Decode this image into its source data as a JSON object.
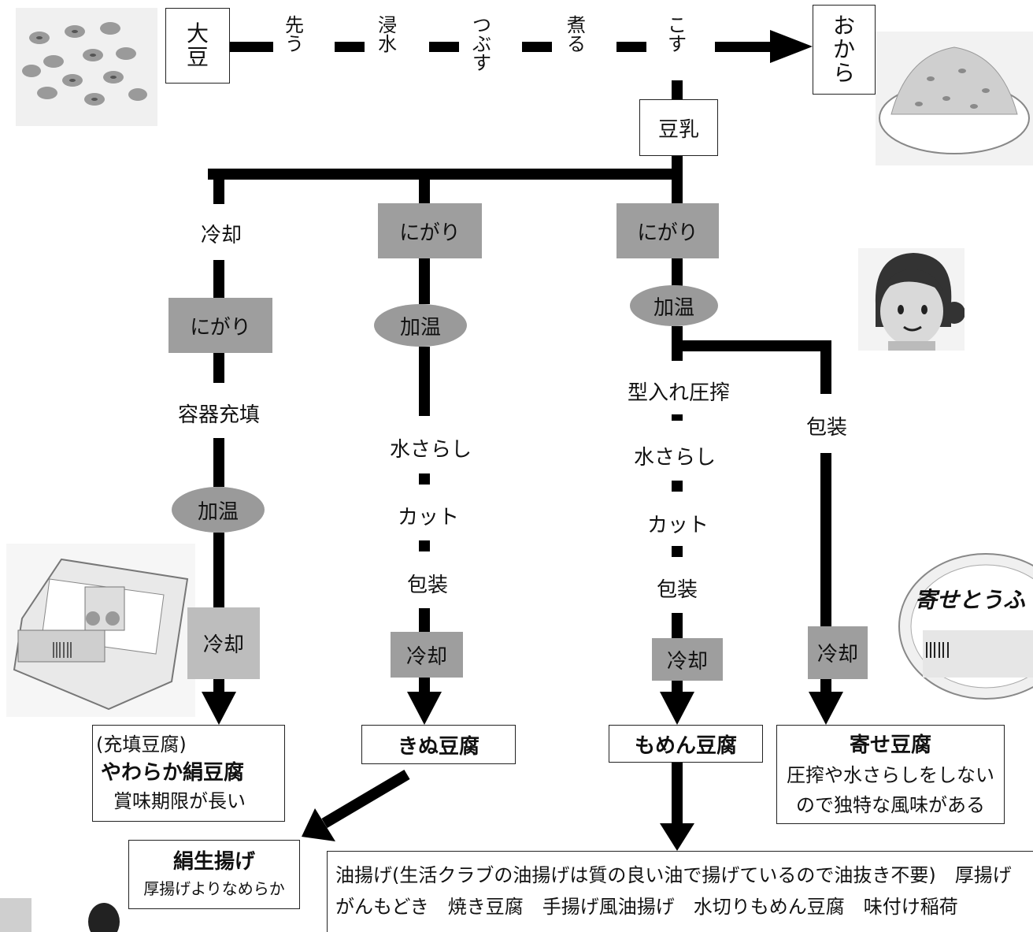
{
  "top_row": {
    "start": "大豆",
    "steps": [
      "先う",
      "浸水",
      "つぶす",
      "煮る",
      "こす"
    ],
    "end": "おから"
  },
  "soy_milk": "豆乳",
  "branches": {
    "col1": {
      "chill1": "冷却",
      "nigari": "にがり",
      "fill": "容器充填",
      "heat": "加温",
      "chill2": "冷却"
    },
    "col2": {
      "nigari": "にがり",
      "heat": "加温",
      "rinse": "水さらし",
      "cut": "カット",
      "pack": "包装",
      "chill": "冷却"
    },
    "col3": {
      "nigari": "にがり",
      "heat": "加温",
      "mold": "型入れ圧搾",
      "rinse": "水さらし",
      "cut": "カット",
      "pack": "包装",
      "chill": "冷却"
    },
    "col4": {
      "pack": "包装",
      "chill": "冷却"
    }
  },
  "results": {
    "filled": {
      "line1": "(充填豆腐)",
      "line2": "やわらか絹豆腐",
      "line3": "賞味期限が長い"
    },
    "kinu": "きぬ豆腐",
    "momen": "もめん豆腐",
    "yose": {
      "title": "寄せ豆腐",
      "line1": "圧搾や水さらしをしない",
      "line2": "ので独特な風味がある"
    }
  },
  "kinu_age": {
    "title": "絹生揚げ",
    "desc": "厚揚げよりなめらか"
  },
  "products": {
    "line1": "油揚げ(生活クラブの油揚げは質の良い油で揚げているので油抜き不要)　厚揚げ",
    "line2": "がんもどき　焼き豆腐　手揚げ風油揚げ　水切りもめん豆腐　味付け稲荷"
  },
  "illustrations": {
    "soybeans": "soybeans-illustration",
    "okara": "okara-illustration",
    "woman": "woman-face-illustration",
    "filled_tofu_pack": "filled-tofu-package-photo",
    "yose_tofu_pack": "yose-tofu-package-photo",
    "yose_pack_label": "寄せとうふ"
  },
  "colors": {
    "dark_box": "#9e9e9e",
    "light_box": "#bdbdbd",
    "line": "#000000"
  }
}
